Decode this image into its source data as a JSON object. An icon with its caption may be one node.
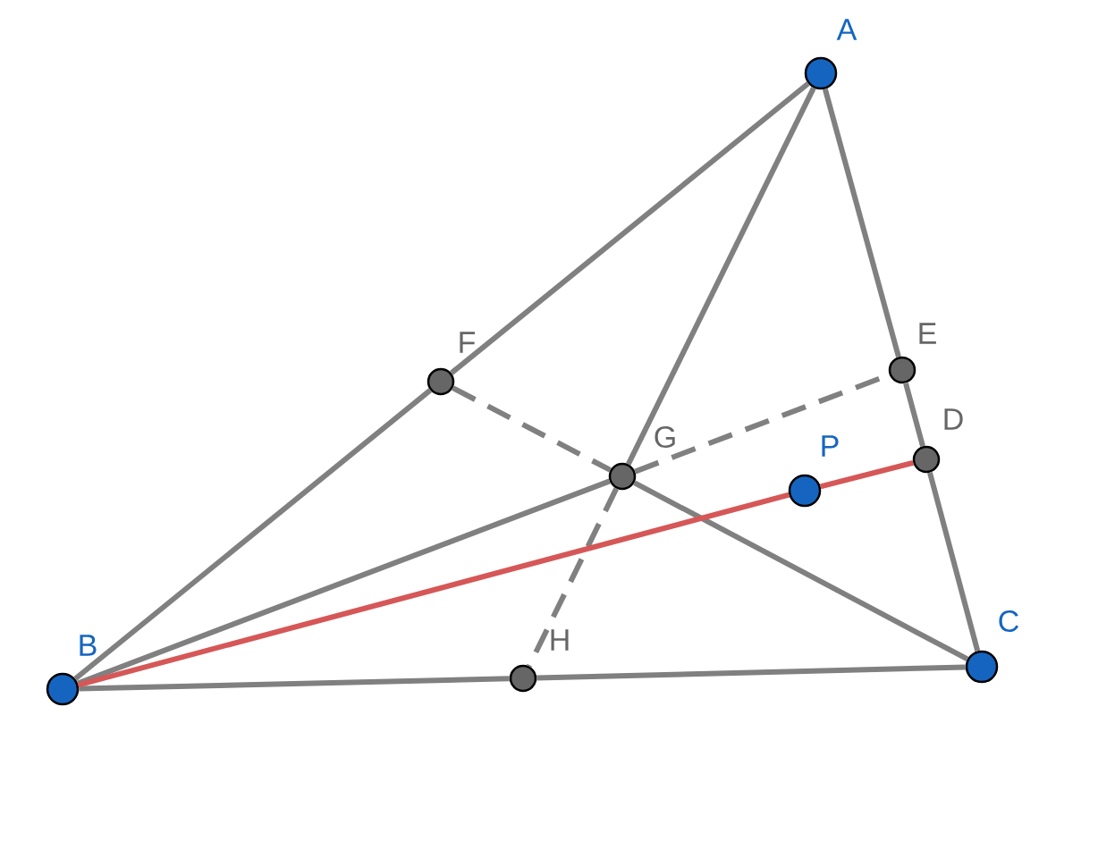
{
  "diagram": {
    "nodes": [
      {
        "text": [
          "A"
        ]
      },
      {
        "text": [
          "B"
        ]
      },
      {
        "text": [
          "C"
        ]
      },
      {
        "text": [
          "D"
        ]
      },
      {
        "text": [
          "E"
        ]
      },
      {
        "text": [
          "F"
        ]
      },
      {
        "text": [
          "G"
        ]
      },
      {
        "text": [
          "H"
        ]
      },
      {
        "text": [
          "P"
        ]
      }
    ],
    "edges": [
      {
        "from": 0,
        "to": 5,
        "arrow": "none"
      },
      {
        "from": 5,
        "to": 1,
        "arrow": "none"
      },
      {
        "from": 0,
        "to": 4,
        "arrow": "none"
      },
      {
        "from": 4,
        "to": 3,
        "arrow": "none"
      },
      {
        "from": 3,
        "to": 2,
        "arrow": "none"
      },
      {
        "from": 1,
        "to": 7,
        "arrow": "none"
      },
      {
        "from": 7,
        "to": 2,
        "arrow": "none"
      },
      {
        "from": 0,
        "to": 6,
        "arrow": "none"
      },
      {
        "from": 6,
        "to": 7,
        "arrow": "none",
        "style": "dashed"
      },
      {
        "from": 1,
        "to": 6,
        "arrow": "none"
      },
      {
        "from": 5,
        "to": 6,
        "arrow": "none",
        "style": "dashed"
      },
      {
        "from": 6,
        "to": 2,
        "arrow": "none"
      },
      {
        "from": 6,
        "to": 4,
        "arrow": "none",
        "style": "dashed"
      },
      {
        "from": 1,
        "to": 8,
        "arrow": "none",
        "color": "#d65757"
      },
      {
        "from": 8,
        "to": 3,
        "arrow": "none",
        "color": "#d65757"
      }
    ]
  }
}
